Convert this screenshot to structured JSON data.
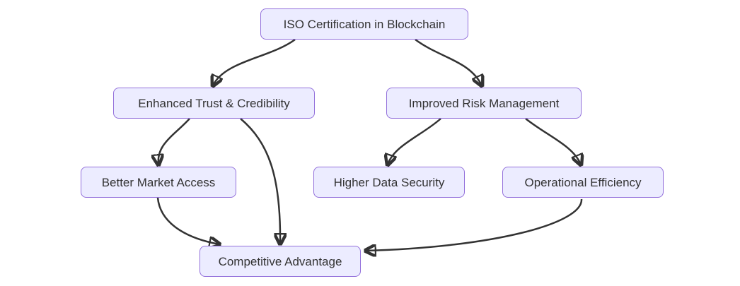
{
  "diagram": {
    "type": "flowchart",
    "direction": "top-down",
    "colors": {
      "background": "#ffffff",
      "node_fill": "#ECECFF",
      "node_border": "#9370DB",
      "edge": "#333333",
      "text": "#333333"
    },
    "nodes": [
      {
        "id": "iso",
        "label": "ISO Certification in Blockchain"
      },
      {
        "id": "trust",
        "label": "Enhanced Trust & Credibility"
      },
      {
        "id": "risk",
        "label": "Improved Risk Management"
      },
      {
        "id": "market",
        "label": "Better Market Access"
      },
      {
        "id": "security",
        "label": "Higher Data Security"
      },
      {
        "id": "efficiency",
        "label": "Operational Efficiency"
      },
      {
        "id": "advantage",
        "label": "Competitive Advantage"
      }
    ],
    "edges": [
      {
        "from": "iso",
        "to": "trust"
      },
      {
        "from": "iso",
        "to": "risk"
      },
      {
        "from": "trust",
        "to": "market"
      },
      {
        "from": "trust",
        "to": "advantage"
      },
      {
        "from": "risk",
        "to": "security"
      },
      {
        "from": "risk",
        "to": "efficiency"
      },
      {
        "from": "market",
        "to": "advantage"
      },
      {
        "from": "efficiency",
        "to": "advantage"
      }
    ]
  }
}
